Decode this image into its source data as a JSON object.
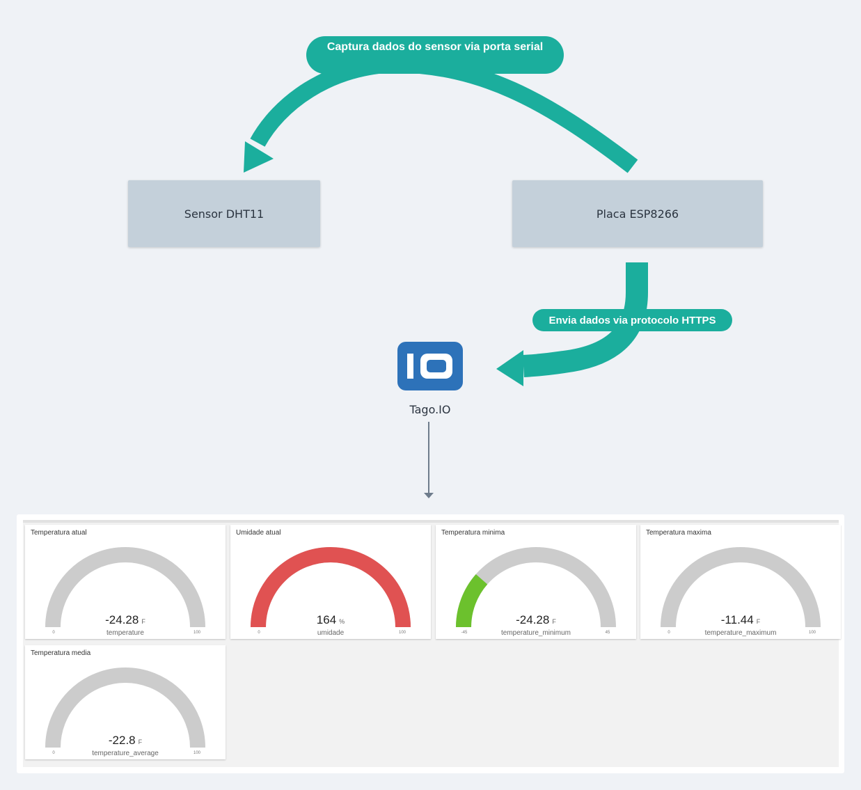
{
  "diagram": {
    "callouts": {
      "top": "Captura dados do sensor via porta serial",
      "middle": "Envia dados via protocolo HTTPS"
    },
    "nodes": {
      "sensor": "Sensor DHT11",
      "board": "Placa ESP8266",
      "platform": "Tago.IO"
    },
    "logo_text": "IO"
  },
  "colors": {
    "accent": "#1bae9d",
    "node_fill": "#c4d0da",
    "logo_blue": "#2d72b9",
    "gauge_track": "#cccccc",
    "gauge_red": "#e05252",
    "gauge_green": "#6cc12d"
  },
  "dashboard": {
    "widgets": [
      {
        "title": "Temperatura atual",
        "value": "-24.28",
        "unit": "F",
        "variable": "temperature",
        "min": "0",
        "max": "100",
        "fill_fraction": 0,
        "fill_color": ""
      },
      {
        "title": "Umidade atual",
        "value": "164",
        "unit": "%",
        "variable": "umidade",
        "min": "0",
        "max": "100",
        "fill_fraction": 1,
        "fill_color": "#e05252"
      },
      {
        "title": "Temperatura minima",
        "value": "-24.28",
        "unit": "F",
        "variable": "temperature_minimum",
        "min": "-45",
        "max": "45",
        "fill_fraction": 0.23,
        "fill_color": "#6cc12d"
      },
      {
        "title": "Temperatura maxima",
        "value": "-11.44",
        "unit": "F",
        "variable": "temperature_maximum",
        "min": "0",
        "max": "100",
        "fill_fraction": 0,
        "fill_color": ""
      },
      {
        "title": "Temperatura media",
        "value": "-22.8",
        "unit": "F",
        "variable": "temperature_average",
        "min": "0",
        "max": "100",
        "fill_fraction": 0,
        "fill_color": ""
      }
    ]
  }
}
